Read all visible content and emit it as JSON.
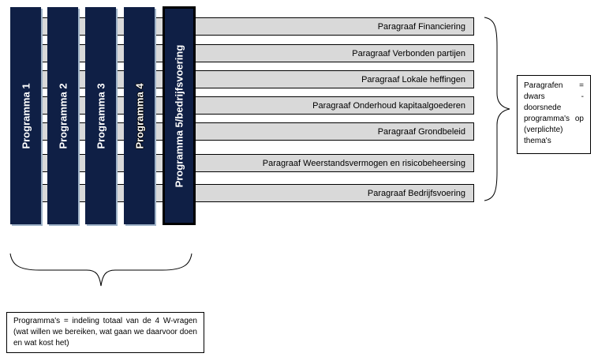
{
  "colors": {
    "program_fill": "#0f1f45",
    "paragraph_fill": "#d9d9d9",
    "program_text": "#ffffff",
    "outline": "#000000"
  },
  "programs": [
    {
      "label": "Programma 1"
    },
    {
      "label": "Programma 2"
    },
    {
      "label": "Programma 3"
    },
    {
      "label": "Programma 4"
    },
    {
      "label": "Programma 5/bedrijfsvoering"
    }
  ],
  "paragraphs": [
    {
      "label": "Paragraaf Financiering"
    },
    {
      "label": "Paragraaf Verbonden partijen"
    },
    {
      "label": "Paragraaf Lokale heffingen"
    },
    {
      "label": "Paragraaf Onderhoud kapitaalgoederen"
    },
    {
      "label": "Paragraaf Grondbeleid"
    },
    {
      "label": "Paragraaf Weerstandsvermogen en risicobeheersing"
    },
    {
      "label": "Paragraaf Bedrijfsvoering"
    }
  ],
  "notes": {
    "paragraphs_note": "Paragrafen = dwars - doorsnede programma's op (verplichte) thema's",
    "programs_note": "Programma's = indeling totaal van de 4 W-vragen (wat willen we bereiken, wat gaan we daarvoor doen en wat kost het)"
  }
}
